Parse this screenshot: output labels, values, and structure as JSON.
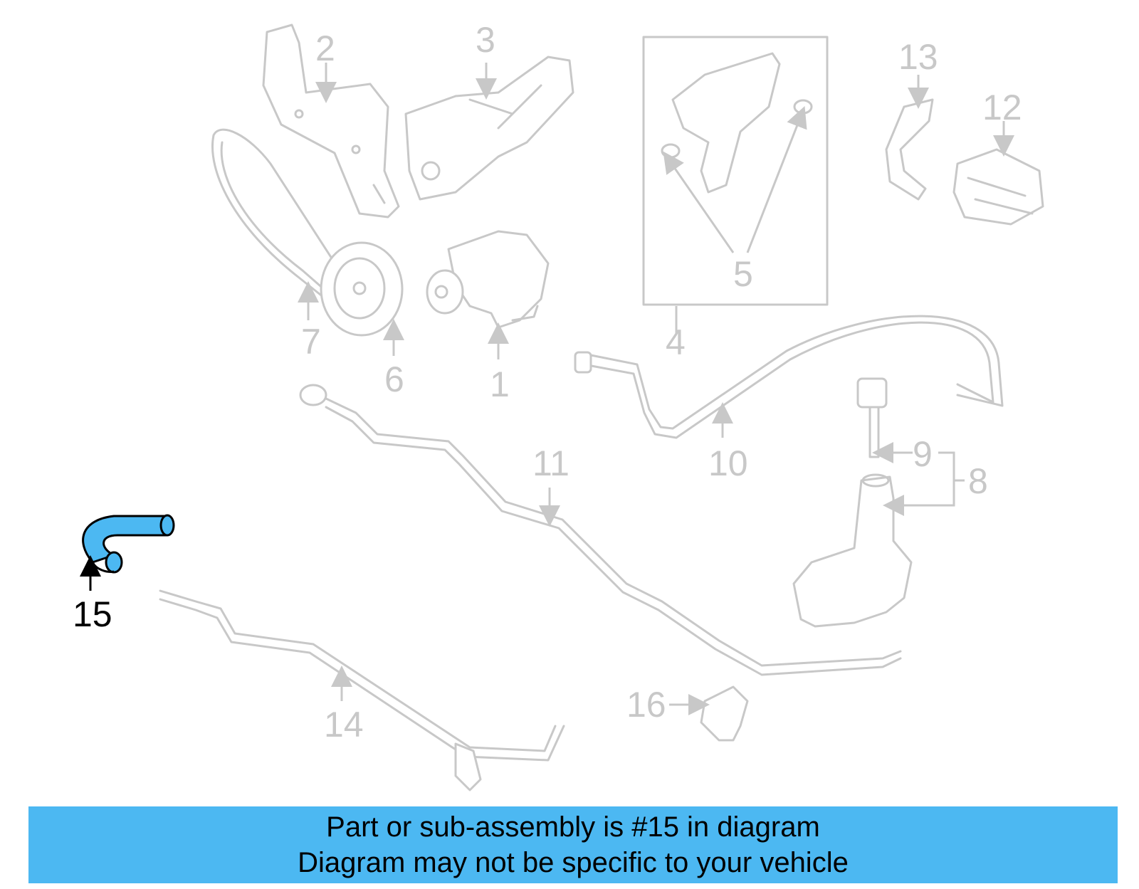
{
  "diagram": {
    "callouts": [
      "1",
      "2",
      "3",
      "4",
      "5",
      "6",
      "7",
      "8",
      "9",
      "10",
      "11",
      "12",
      "13",
      "14",
      "15",
      "16"
    ],
    "highlighted_part": "15",
    "colors": {
      "highlight": "#4cb8f2",
      "faded": "#c8c8c8",
      "outline": "#000000"
    }
  },
  "banner": {
    "line1": "Part or sub-assembly is #15 in diagram",
    "line2": "Diagram may not be specific to your vehicle"
  }
}
